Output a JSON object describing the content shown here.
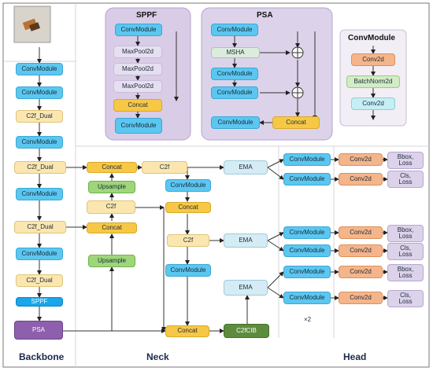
{
  "backbone": {
    "nodes": [
      "ConvModule",
      "ConvModule",
      "C2f_Dual",
      "ConvModule",
      "C2f_Dual",
      "ConvModule",
      "C2f_Dual",
      "ConvModule",
      "C2f_Dual",
      "SPPF",
      "PSA"
    ],
    "section_label": "Backbone"
  },
  "neck": {
    "section_label": "Neck",
    "concat": "Concat",
    "c2f": "C2f",
    "upsample": "Upsample",
    "conv": "ConvModule",
    "ema": "EMA",
    "c2fcib": "C2fCIB"
  },
  "head": {
    "section_label": "Head",
    "conv": "ConvModule",
    "conv2d": "Conv2d",
    "bbox_loss": "Bbox,\nLoss",
    "cls_loss": "Cls,\nLoss",
    "repeat": "×2"
  },
  "sppf_panel": {
    "title": "SPPF",
    "conv": "ConvModule",
    "maxpool": "MaxPool2d",
    "concat": "Concat"
  },
  "psa_panel": {
    "title": "PSA",
    "conv": "ConvModule",
    "mhsa": "MSHA",
    "concat": "Concat"
  },
  "convmodule_panel": {
    "title": "ConvModule",
    "conv2d": "Conv2d",
    "batchnorm": "BatchNorm2d"
  },
  "colors": {
    "convmodule": "#5bc7f0",
    "concat": "#f7c845",
    "c2f": "#fbe6b0",
    "upsample": "#9ed67a",
    "ema": "#d5ecf4",
    "conv2d": "#f5b58a",
    "loss": "#dcd2ea",
    "psa": "#8e5fad",
    "sppf": "#1aa6e8",
    "c2fcib": "#5d8c3e",
    "panel": "#d9cce6"
  }
}
